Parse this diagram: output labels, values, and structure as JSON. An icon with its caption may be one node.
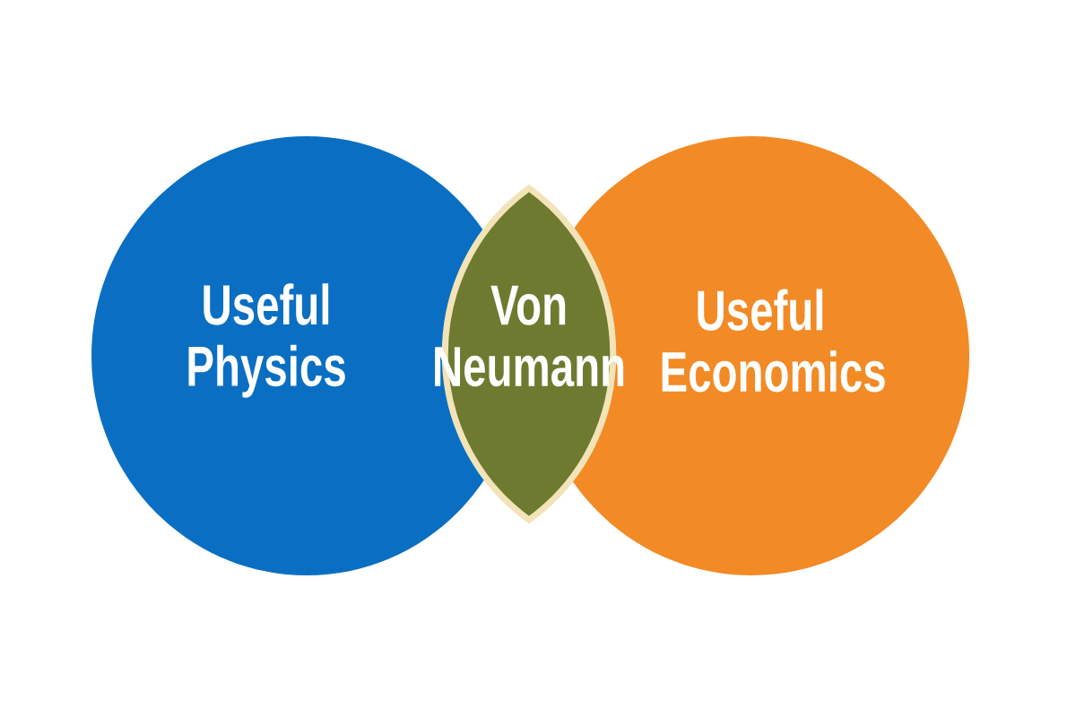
{
  "diagram": {
    "nodes": [
      {
        "text": [
          "Useful Physics"
        ]
      },
      {
        "text": [
          "Von Neumann"
        ]
      },
      {
        "text": [
          "Useful Economics"
        ]
      }
    ]
  }
}
